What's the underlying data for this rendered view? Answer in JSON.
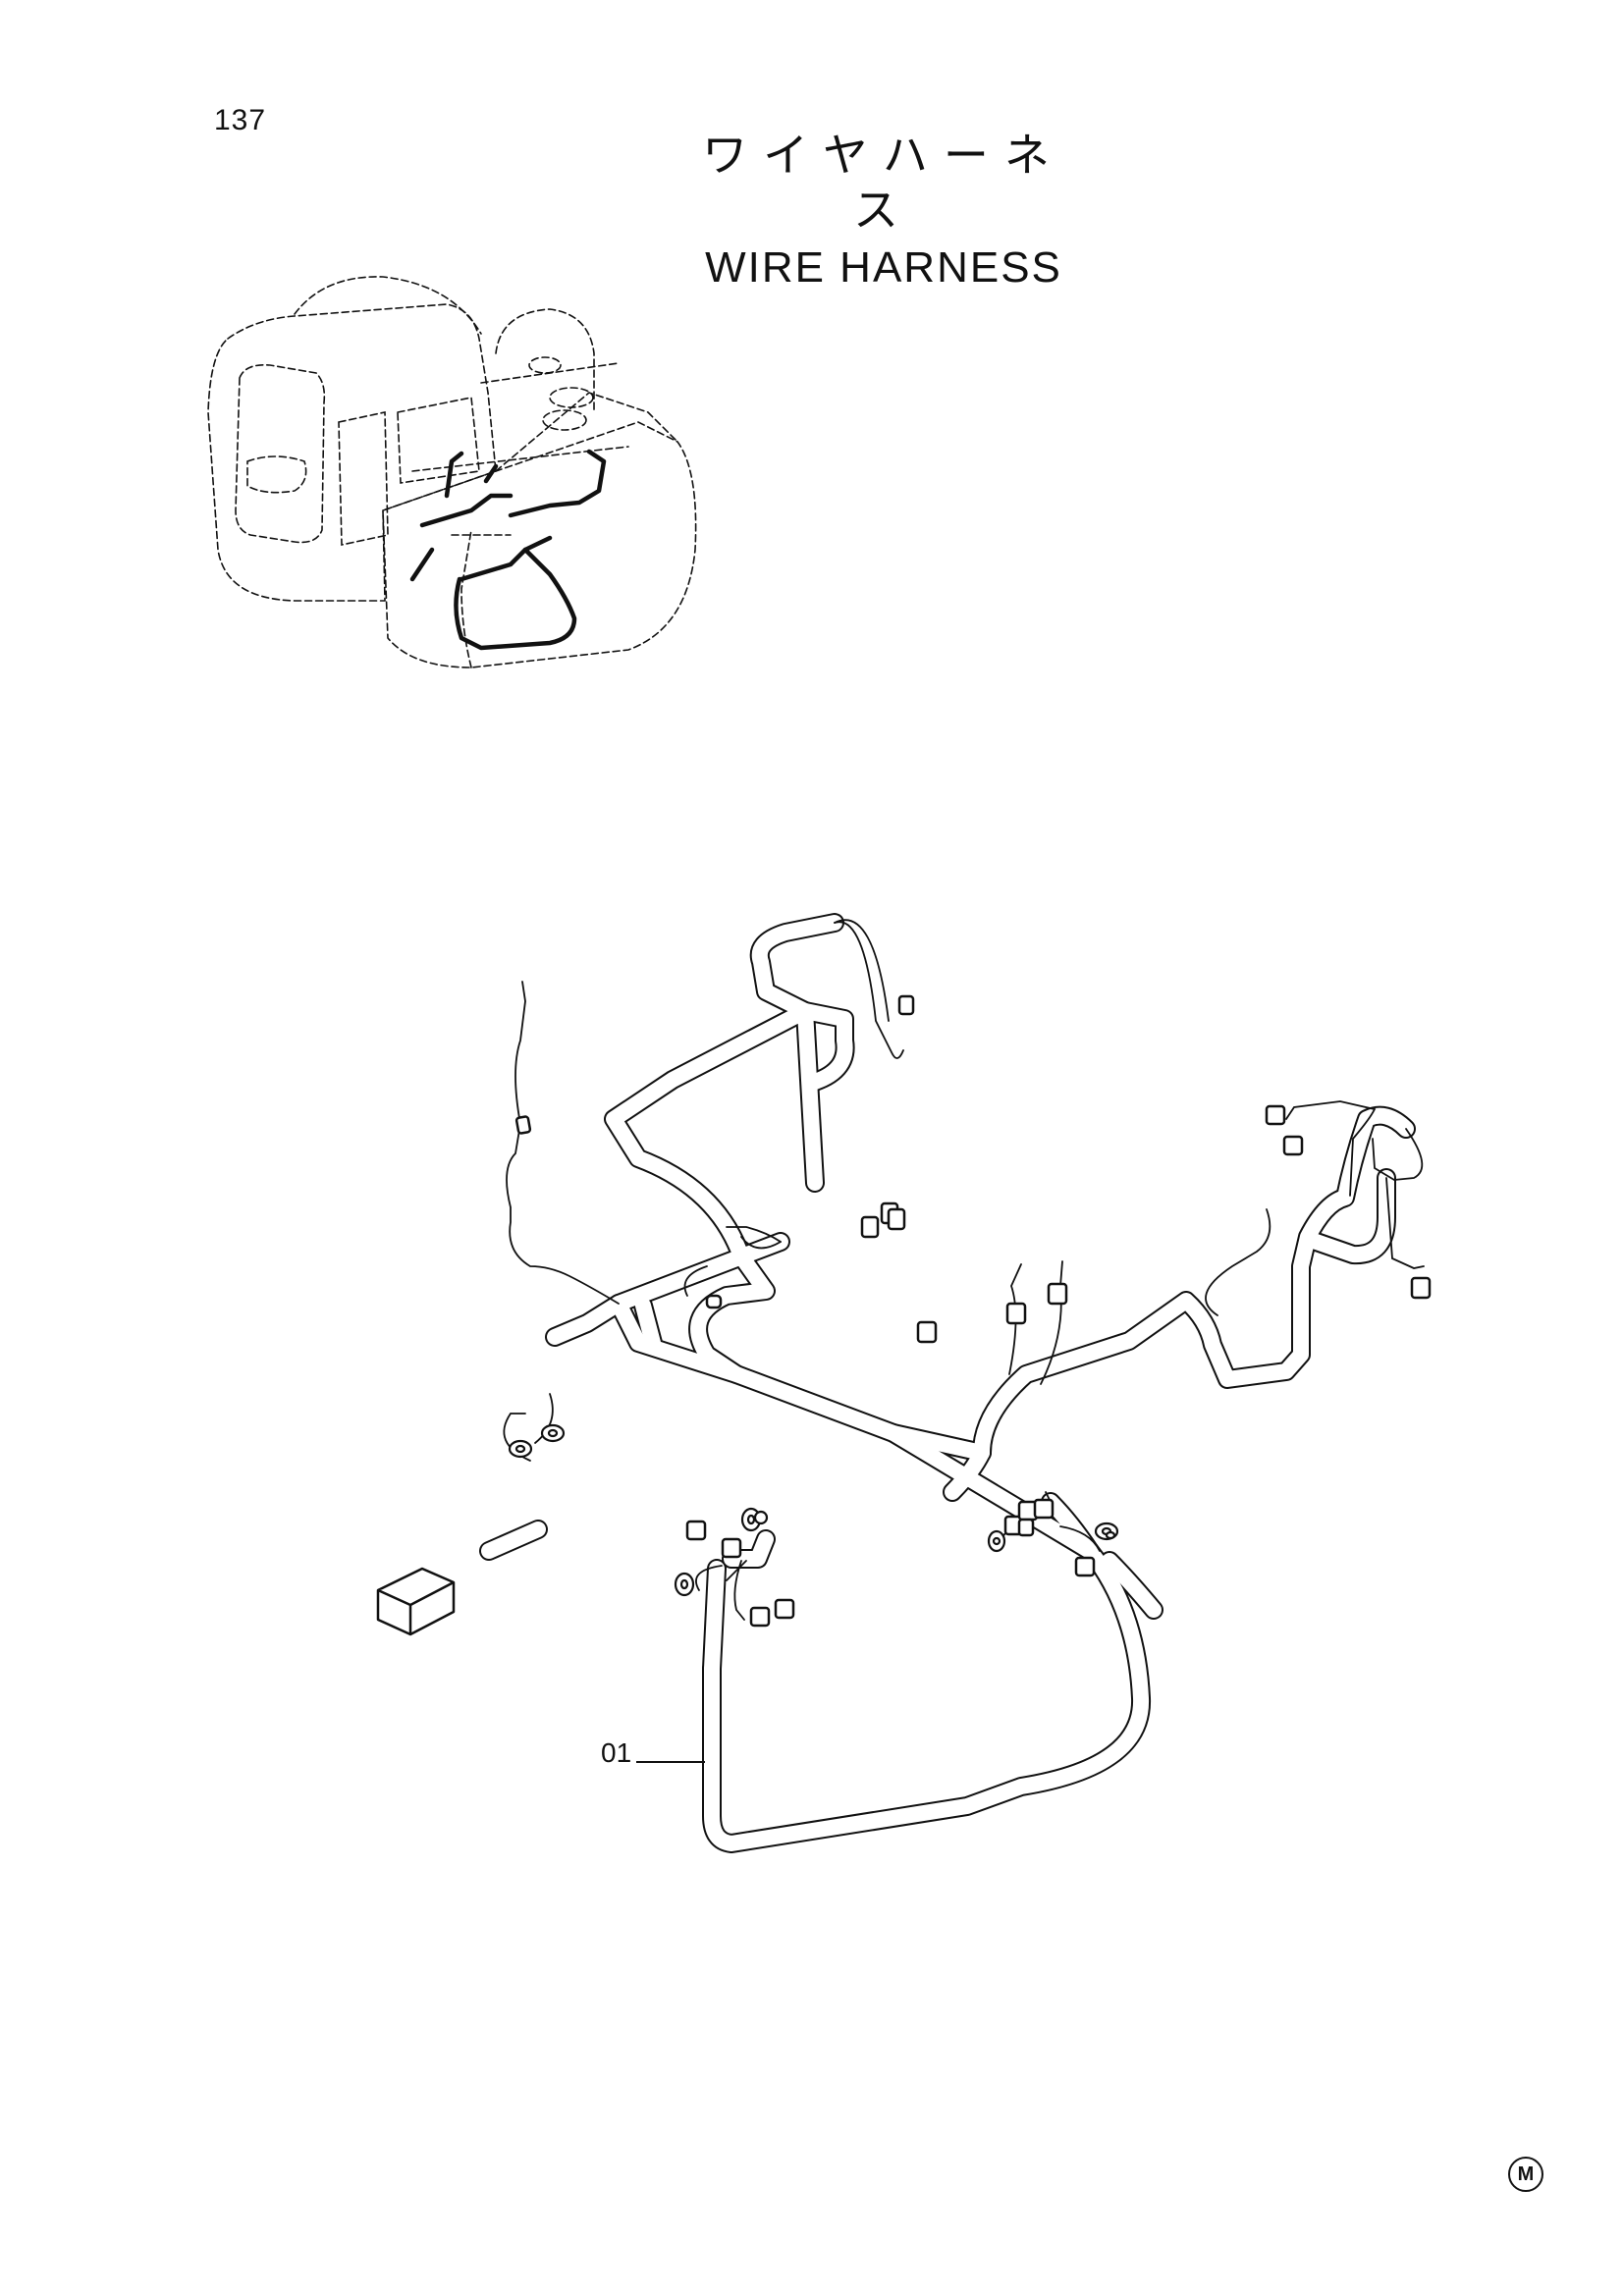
{
  "page": {
    "number": "137"
  },
  "title": {
    "japanese": "ワイヤハーネス",
    "english": "WIRE  HARNESS"
  },
  "callouts": [
    {
      "label": "01"
    }
  ],
  "maker_mark": {
    "letter": "M"
  },
  "colors": {
    "ink": "#111111",
    "paper": "#ffffff"
  }
}
